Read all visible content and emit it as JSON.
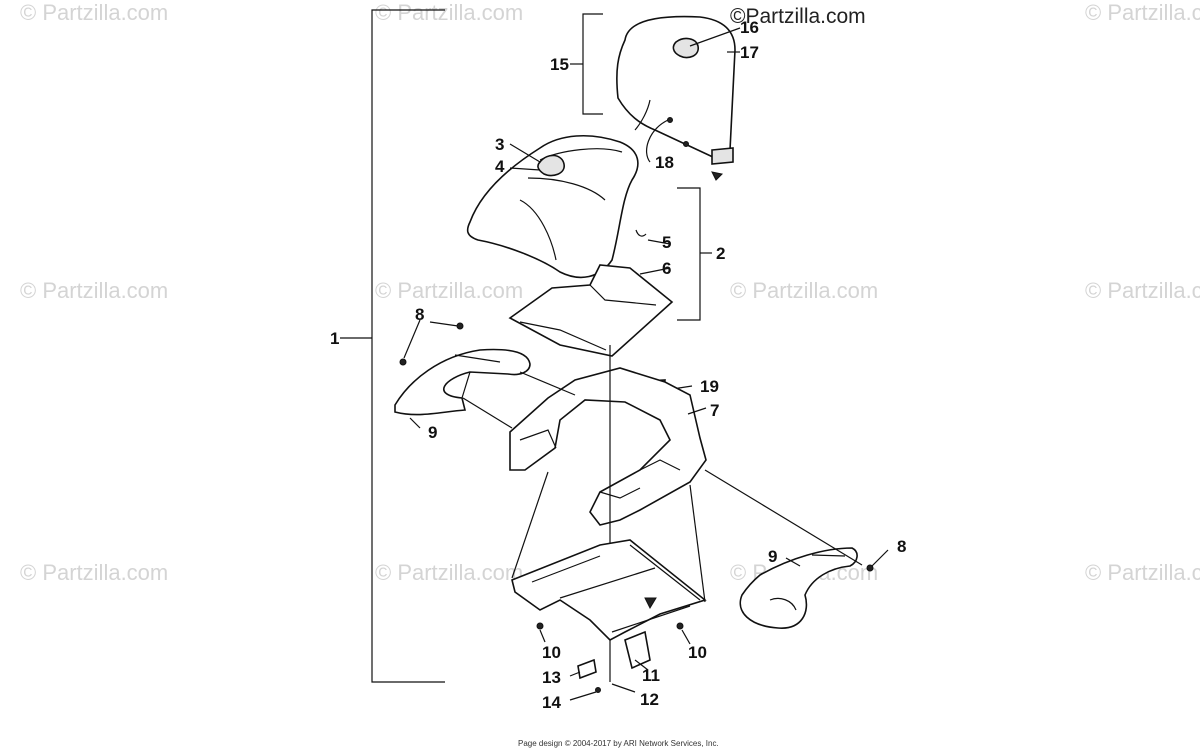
{
  "brand": {
    "text": "©Partzilla.com"
  },
  "watermark": {
    "text": "© Partzilla.com"
  },
  "footer": {
    "text": "Page design © 2004-2017 by ARI Network Services, Inc."
  },
  "callouts": {
    "c1": "1",
    "c2": "2",
    "c3": "3",
    "c4": "4",
    "c5": "5",
    "c6": "6",
    "c7": "7",
    "c8a": "8",
    "c8b": "8",
    "c9a": "9",
    "c9b": "9",
    "c10a": "10",
    "c10b": "10",
    "c11": "11",
    "c12": "12",
    "c13": "13",
    "c14": "14",
    "c15": "15",
    "c16": "16",
    "c17": "17",
    "c18": "18",
    "c19": "19"
  }
}
